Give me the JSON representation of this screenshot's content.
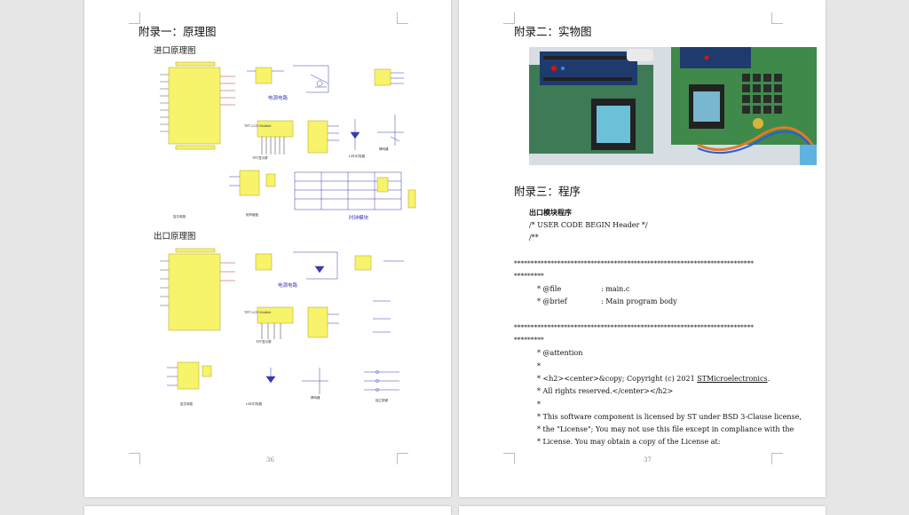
{
  "pages": [
    {
      "heading": "附录一：原理图",
      "section1": "进口原理图",
      "section2": "出口原理图",
      "page_number": "36",
      "labels": {
        "power_a": "电源电路",
        "tft_a": "TFT LCD Module",
        "tft_a2": "TFT显示屏",
        "led_a": "LED灯电路",
        "buzzer_a": "蜂鸣器",
        "reset_a": "复位电路",
        "keypad_a": "矩阵键盘",
        "clock_a": "时钟模块",
        "power_b": "电源电路",
        "tft_b": "TFT LCD Module",
        "tft_b2": "TFT显示屏",
        "reset_b": "复位电路",
        "led_b": "LED灯电路",
        "buzzer_b": "蜂鸣器",
        "keys_b": "独立按键"
      }
    },
    {
      "heading2": "附录二：实物图",
      "heading3": "附录三：程序",
      "page_number": "37",
      "code": {
        "title": "出口模块程序",
        "l1": "/* USER CODE BEGIN Header */",
        "l2": "/**",
        "stars": "************************************************************************",
        "stars_tail": "*********",
        "l3k": "* @file",
        "l3v": ": main.c",
        "l4k": "* @brief",
        "l4v": ": Main program body",
        "l5": "* @attention",
        "l6": "*",
        "l7a": "* <h2><center>&copy; Copyright (c) 2021 ",
        "l7b": "STMicroelectronics",
        "l7c": ".",
        "l8": "* All rights reserved.</center></h2>",
        "l9": "*",
        "l10": "* This software component is licensed by ST under BSD 3-Clause license,",
        "l11": "* the \"License\"; You may not use this file except in compliance with the",
        "l12": "* License. You may obtain a copy of the License at:"
      }
    }
  ]
}
